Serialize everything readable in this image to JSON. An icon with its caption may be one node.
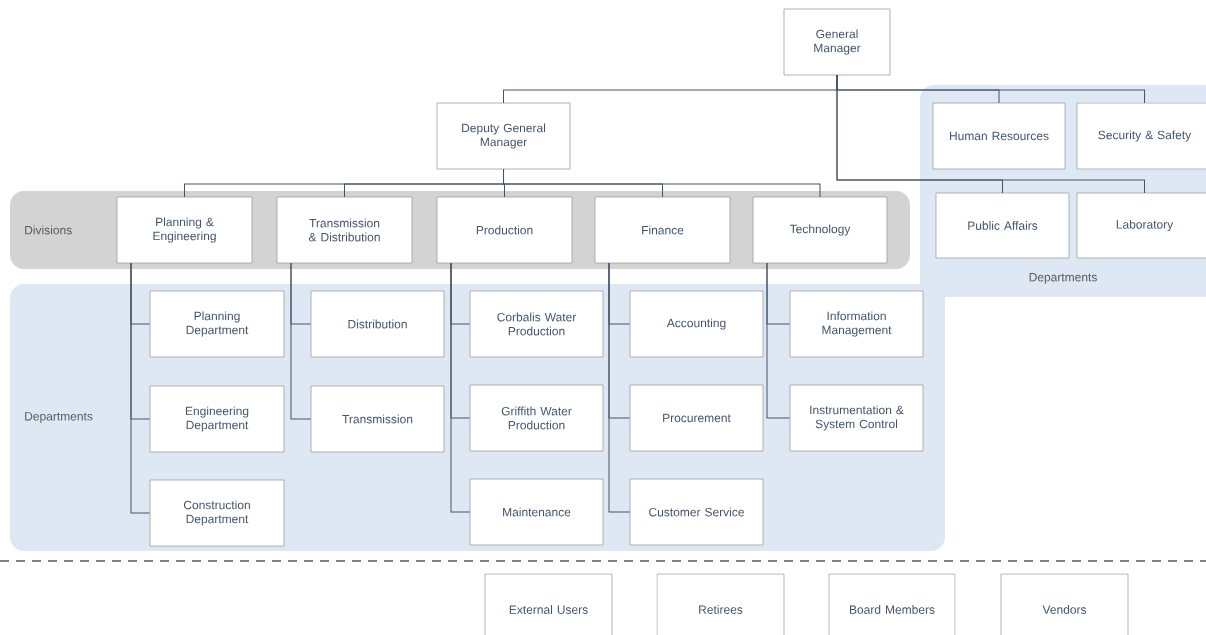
{
  "diagram": {
    "nodes": [
      {
        "text": [
          "General Manager"
        ]
      },
      {
        "text": [
          "Deputy General Manager"
        ]
      },
      {
        "text": [
          "Departments"
        ]
      },
      {
        "text": [
          "Human Resources"
        ],
        "in": 2
      },
      {
        "text": [
          "Security & Safety"
        ],
        "in": 2
      },
      {
        "text": [
          "Public Affairs"
        ],
        "in": 2
      },
      {
        "text": [
          "Laboratory"
        ],
        "in": 2
      },
      {
        "text": [
          "Divisions"
        ]
      },
      {
        "text": [
          "Planning & Engineering"
        ],
        "in": 7
      },
      {
        "text": [
          "Transmission & Distribution"
        ],
        "in": 7
      },
      {
        "text": [
          "Production"
        ],
        "in": 7
      },
      {
        "text": [
          "Finance"
        ],
        "in": 7
      },
      {
        "text": [
          "Technology"
        ],
        "in": 7
      },
      {
        "text": [
          "Departments"
        ]
      },
      {
        "text": [
          "Planning Department"
        ],
        "in": 13
      },
      {
        "text": [
          "Engineering Department"
        ],
        "in": 13
      },
      {
        "text": [
          "Construction Department"
        ],
        "in": 13
      },
      {
        "text": [
          "Distribution"
        ],
        "in": 13
      },
      {
        "text": [
          "Transmission"
        ],
        "in": 13
      },
      {
        "text": [
          "Corbalis Water Production"
        ],
        "in": 13
      },
      {
        "text": [
          "Griffith Water Production"
        ],
        "in": 13
      },
      {
        "text": [
          "Maintenance"
        ],
        "in": 13
      },
      {
        "text": [
          "Accounting"
        ],
        "in": 13
      },
      {
        "text": [
          "Procurement"
        ],
        "in": 13
      },
      {
        "text": [
          "Customer Service"
        ],
        "in": 13
      },
      {
        "text": [
          "Information Management"
        ],
        "in": 13
      },
      {
        "text": [
          "Instrumentation & System Control"
        ],
        "in": 13
      },
      {
        "text": [
          "External Users"
        ]
      },
      {
        "text": [
          "Retirees"
        ]
      },
      {
        "text": [
          "Board Members"
        ]
      },
      {
        "text": [
          "Vendors"
        ]
      }
    ],
    "edges": [
      {
        "from": 0,
        "to": 1,
        "arrow": "none"
      },
      {
        "from": 0,
        "to": 3,
        "arrow": "none"
      },
      {
        "from": 0,
        "to": 4,
        "arrow": "none"
      },
      {
        "from": 0,
        "to": 5,
        "arrow": "none"
      },
      {
        "from": 0,
        "to": 6,
        "arrow": "none"
      },
      {
        "from": 1,
        "to": 8,
        "arrow": "none"
      },
      {
        "from": 1,
        "to": 9,
        "arrow": "none"
      },
      {
        "from": 1,
        "to": 10,
        "arrow": "none"
      },
      {
        "from": 1,
        "to": 11,
        "arrow": "none"
      },
      {
        "from": 1,
        "to": 12,
        "arrow": "none"
      },
      {
        "from": 8,
        "to": 14,
        "arrow": "none"
      },
      {
        "from": 8,
        "to": 15,
        "arrow": "none"
      },
      {
        "from": 8,
        "to": 16,
        "arrow": "none"
      },
      {
        "from": 9,
        "to": 17,
        "arrow": "none"
      },
      {
        "from": 9,
        "to": 18,
        "arrow": "none"
      },
      {
        "from": 10,
        "to": 19,
        "arrow": "none"
      },
      {
        "from": 10,
        "to": 20,
        "arrow": "none"
      },
      {
        "from": 10,
        "to": 21,
        "arrow": "none"
      },
      {
        "from": 11,
        "to": 22,
        "arrow": "none"
      },
      {
        "from": 11,
        "to": 23,
        "arrow": "none"
      },
      {
        "from": 11,
        "to": 24,
        "arrow": "none"
      },
      {
        "from": 12,
        "to": 25,
        "arrow": "none"
      },
      {
        "from": 12,
        "to": 26,
        "arrow": "none"
      }
    ]
  }
}
